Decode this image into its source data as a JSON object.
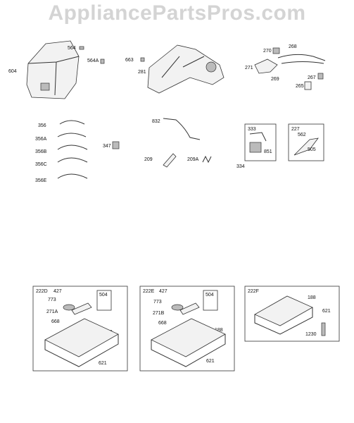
{
  "watermark": "AppliancePartsPros.com",
  "parts": {
    "p604": "604",
    "p564": "564",
    "p564a": "564A",
    "p663": "663",
    "p281": "281",
    "p270": "270",
    "p268": "268",
    "p271": "271",
    "p269": "269",
    "p267": "267",
    "p265": "265",
    "p356": "356",
    "p356a": "356A",
    "p356b": "356B",
    "p356c": "356C",
    "p356e": "356E",
    "p347": "347",
    "p832": "832",
    "p209": "209",
    "p209a": "209A",
    "p333": "333",
    "p851": "851",
    "p334": "334",
    "p227": "227",
    "p562": "562",
    "p505": "505"
  },
  "assemblies": {
    "d": {
      "title": "222D",
      "p427": "427",
      "p773": "773",
      "p271": "271A",
      "p668": "668",
      "p504": "504",
      "p188": "188",
      "p621": "621"
    },
    "e": {
      "title": "222E",
      "p427": "427",
      "p773": "773",
      "p271": "271B",
      "p668": "668",
      "p504": "504",
      "p188": "188",
      "p621": "621"
    },
    "f": {
      "title": "222F",
      "p188": "188",
      "p621": "621",
      "p1230": "1230"
    }
  }
}
